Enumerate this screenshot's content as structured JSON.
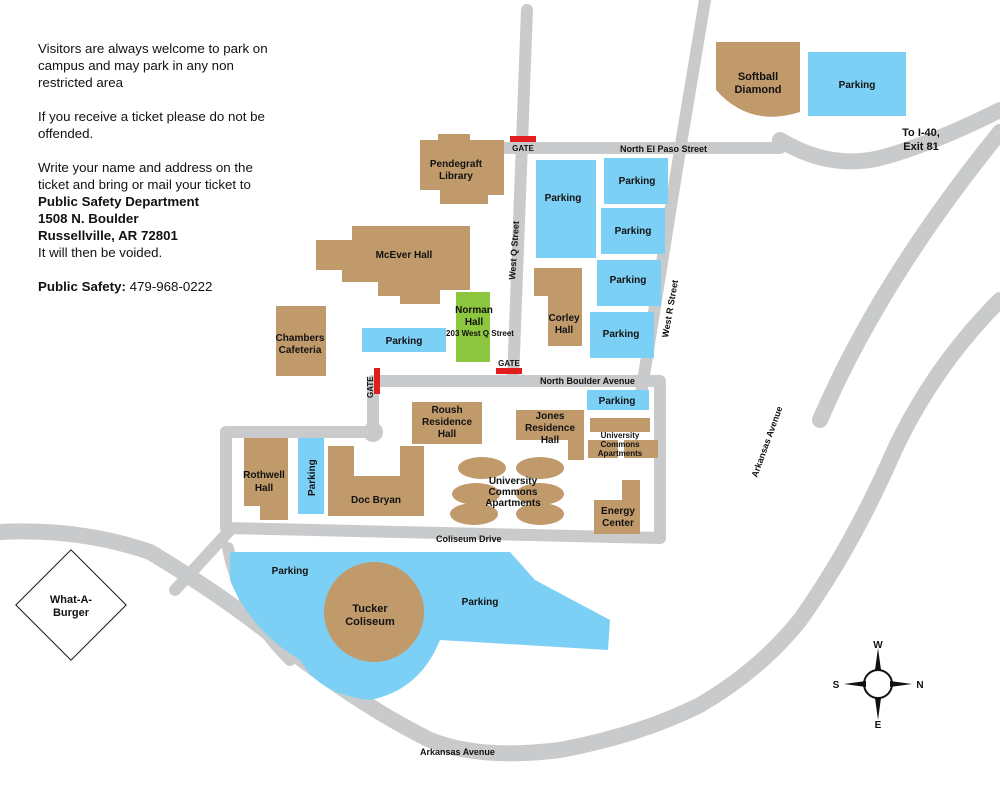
{
  "info": {
    "p1": "Visitors are always welcome to park on campus and may park in any non restricted area",
    "p2": "If you receive a ticket please do not be offended.",
    "p3": "Write your name and address on the ticket and bring or mail your ticket to",
    "addr1": "Public Safety Department",
    "addr2": "1508 N. Boulder",
    "addr3": "Russellville, AR 72801",
    "addr4": "It will then be voided.",
    "phone_label": "Public Safety:",
    "phone": "479-968-0222"
  },
  "streets": {
    "north_el_paso": "North El Paso Street",
    "north_boulder": "North Boulder Avenue",
    "west_q": "West Q Street",
    "west_r": "West R Street",
    "arkansas_ave_east": "Arkansas Avenue",
    "arkansas_ave_south": "Arkansas Avenue",
    "coliseum_drive": "Coliseum Drive"
  },
  "gate_label": "GATE",
  "parking_label": "Parking",
  "buildings": {
    "softball_1": "Softball",
    "softball_2": "Diamond",
    "pendegraft_1": "Pendegraft",
    "pendegraft_2": "Library",
    "mcever": "McEver Hall",
    "norman_1": "Norman",
    "norman_2": "Hall",
    "norman_addr": "203 West Q Street",
    "corley_1": "Corley",
    "corley_2": "Hall",
    "chambers_1": "Chambers",
    "chambers_2": "Cafeteria",
    "roush_1": "Roush",
    "roush_2": "Residence",
    "roush_3": "Hall",
    "jones_1": "Jones",
    "jones_2": "Residence",
    "jones_3": "Hall",
    "uca_small_1": "University",
    "uca_small_2": "Commons",
    "uca_small_3": "Apartments",
    "uca_1": "University",
    "uca_2": "Commons",
    "uca_3": "Apartments",
    "rothwell_1": "Rothwell",
    "rothwell_2": "Hall",
    "doc_bryan": "Doc Bryan",
    "energy_1": "Energy",
    "energy_2": "Center",
    "tucker_1": "Tucker",
    "tucker_2": "Coliseum",
    "whataburger_1": "What-A-",
    "whataburger_2": "Burger"
  },
  "directions": {
    "line1": "To I-40,",
    "line2": "Exit 81"
  },
  "compass": {
    "w": "W",
    "e": "E",
    "s": "S",
    "n": "N"
  },
  "colors": {
    "building": "#c19a6b",
    "parking": "#7dd0f5",
    "road": "#c9cacb",
    "gate": "#e11d1d",
    "norman": "#8dc63f"
  }
}
